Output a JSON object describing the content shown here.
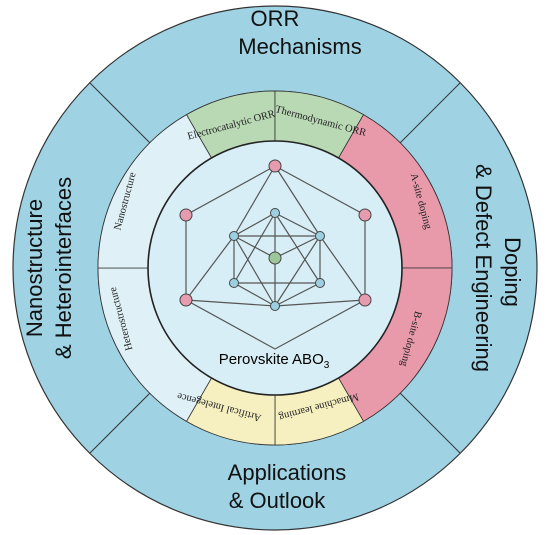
{
  "outer_ring": {
    "color": "#9fd3e4",
    "top_line1": "ORR",
    "top_line2": "Mechanisms",
    "right_line1": "Doping",
    "right_line2": "& Defect Engineering",
    "bottom_line1": "Applications",
    "bottom_line2": "& Outlook",
    "left_line1": "Nanostructure",
    "left_line2": "& Heterointerfaces"
  },
  "inner_ring": {
    "electrocatalytic": "Electrocatalytic ORR",
    "thermodynamic": "Thermodynamic ORR",
    "a_site": "A-site doping",
    "b_site": "B-site doping",
    "machine_learning": "Mmachine learning",
    "ai": "Artifical Intelegence",
    "heterostructure": "Heterostructure",
    "nanostructure": "Nanostructure",
    "colors": {
      "green": "#b9d9b5",
      "pink": "#e89aab",
      "yellow": "#f6efc0",
      "light_blue": "#dff1f7"
    }
  },
  "center": {
    "title_main": "Perovskite ABO",
    "title_sub": "3",
    "fill": "#d7eef6",
    "node_colors": {
      "pink": "#e69cae",
      "blue": "#9ccfe0",
      "green": "#9cc79a"
    }
  }
}
